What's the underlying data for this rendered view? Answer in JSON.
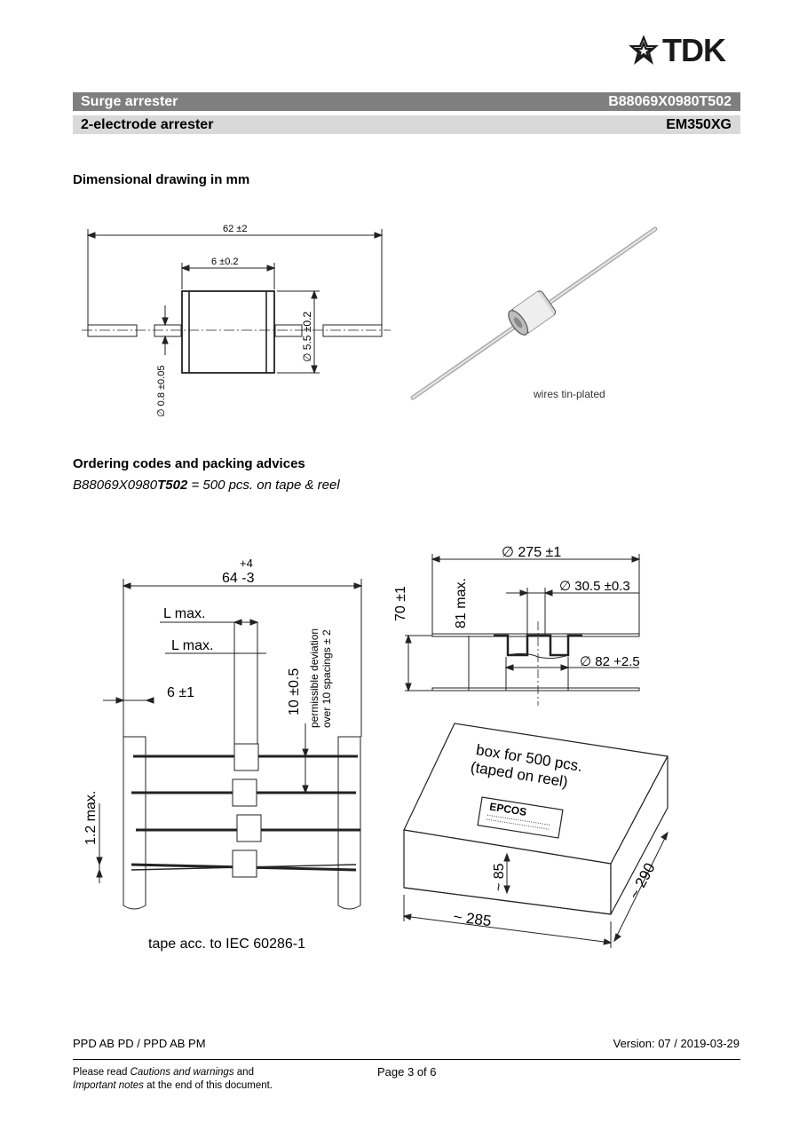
{
  "header": {
    "logo_text": "TDK",
    "title_left": "Surge arrester",
    "title_right": "B88069X0980T502",
    "subtitle_left": "2-electrode arrester",
    "subtitle_right": "EM350XG"
  },
  "dimensional": {
    "heading": "Dimensional drawing in mm",
    "dim_total": "62 ±2",
    "dim_body": "6 ±0.2",
    "dim_diameter": "5.5 ±0.2",
    "dim_wire": "0.8 ±0.05",
    "phi": "∅",
    "wires_note": "wires tin-plated"
  },
  "ordering": {
    "heading": "Ordering codes and packing advices",
    "code_prefix": "B88069X0980",
    "code_suffix": "T502",
    "code_rest": " = 500 pcs. on tape & reel"
  },
  "tape": {
    "tol_plus": "+4",
    "tol_value": "64 -3",
    "l_max_1": "L max.",
    "l_max_2": "L max.",
    "spacing": "10 ±0.5",
    "deviation_1": "permissible deviation",
    "deviation_2": "over 10 spacings ± 2",
    "six": "6 ±1",
    "one_two": "1.2 max.",
    "caption": "tape acc. to IEC 60286-1"
  },
  "reel": {
    "d_outer": "275 ±1",
    "d_hub": "30.5 ±0.3",
    "d_core": "82 +2.5",
    "height_70": "70 ±1",
    "height_81": "81 max."
  },
  "box": {
    "label_1": "box for 500 pcs.",
    "label_2": "(taped on reel)",
    "brand": "EPCOS",
    "h85": "~ 85",
    "w285": "~ 285",
    "d290": "~ 290"
  },
  "footer": {
    "left": "PPD AB PD / PPD AB PM",
    "right": "Version: 07 / 2019-03-29",
    "note_1a": "Please read ",
    "note_1b": "Cautions and warnings",
    "note_1c": " and",
    "note_2a": "Important notes",
    "note_2b": " at the end of this document.",
    "page": "Page 3 of 6"
  }
}
